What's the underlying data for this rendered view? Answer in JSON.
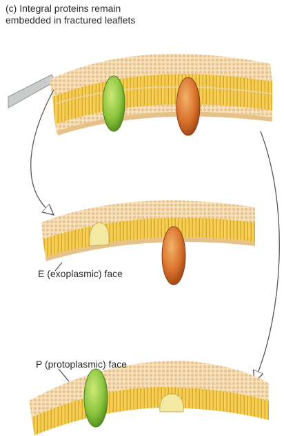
{
  "figure": {
    "caption_line1": "(c) Integral proteins remain",
    "caption_line2": "embedded in fractured leaflets",
    "e_face_label": "E (exoplasmic) face",
    "p_face_label": "P (protoplasmic) face"
  },
  "colors": {
    "head_surface": "#f4d9b0",
    "tail_band": "#f2c74a",
    "tail_shadow": "#d9a82a",
    "protein_green": "#8cc63f",
    "protein_orange": "#d9722c",
    "blade": "#c8cccc",
    "arrow": "#555555"
  }
}
